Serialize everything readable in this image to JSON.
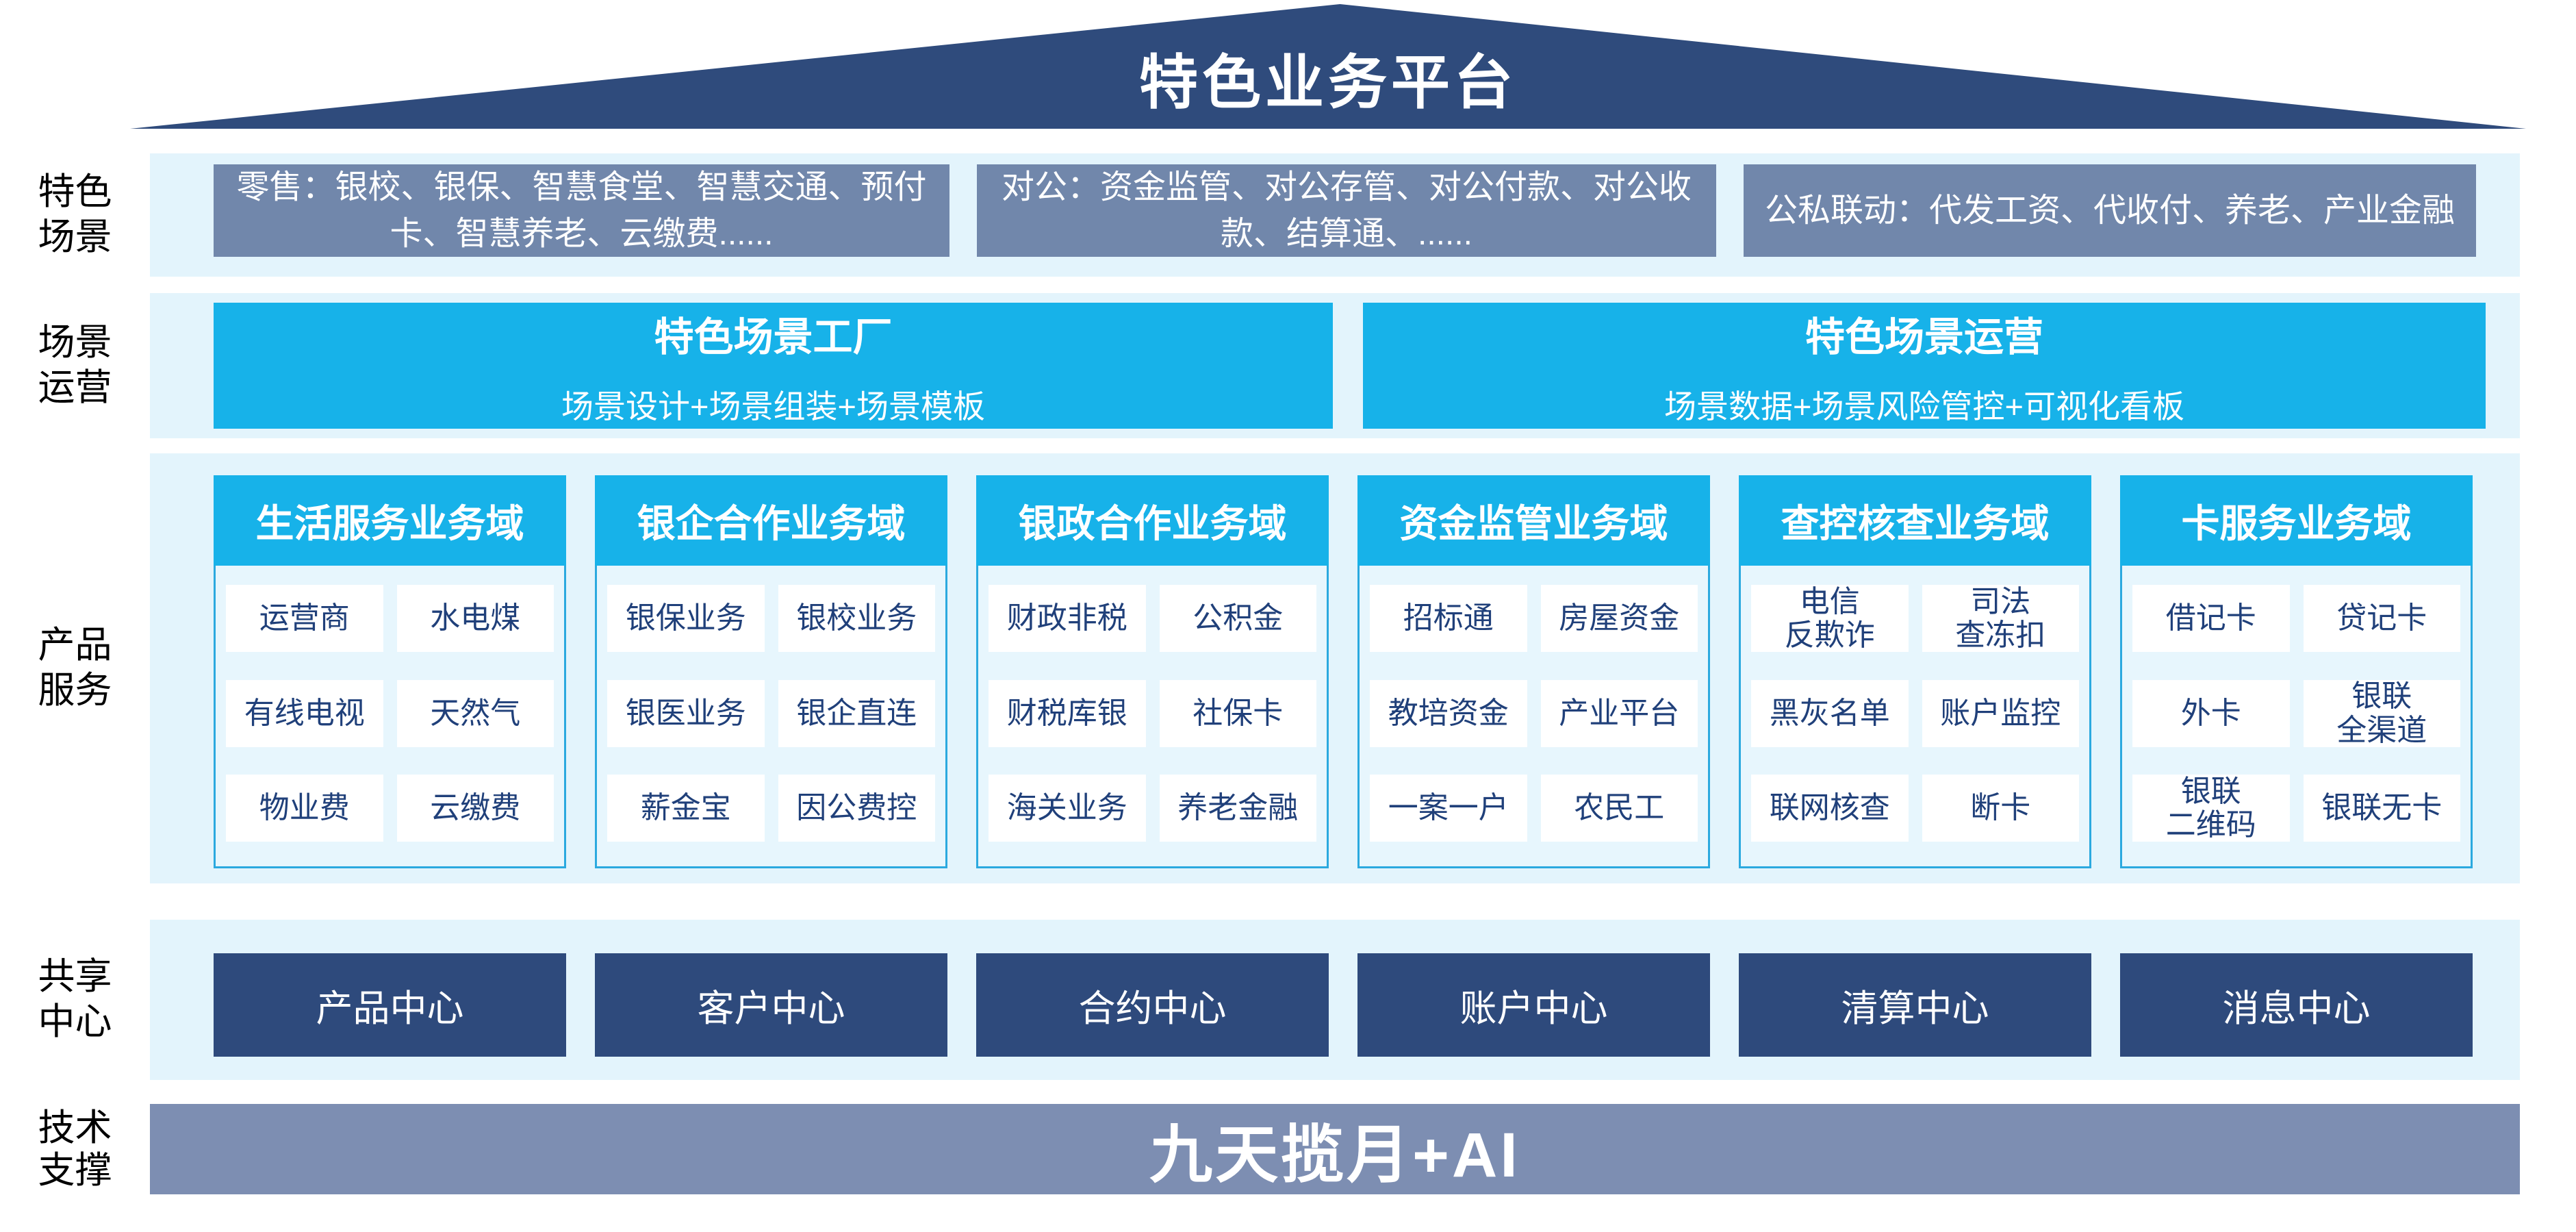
{
  "banner": {
    "title": "特色业务平台"
  },
  "side_labels": [
    {
      "lines": [
        "特色",
        "场景"
      ]
    },
    {
      "lines": [
        "场景",
        "运营"
      ]
    },
    {
      "lines": [
        "产品",
        "服务"
      ]
    },
    {
      "lines": [
        "共享",
        "中心"
      ]
    },
    {
      "lines": [
        "技术",
        "支撑"
      ]
    }
  ],
  "scenes": {
    "boxes": [
      "零售：银校、银保、智慧食堂、智慧交通、预付卡、智慧养老、云缴费......",
      "对公：资金监管、对公存管、对公付款、对公收款、结算通、......",
      "公私联动：代发工资、代收付、养老、产业金融"
    ]
  },
  "scene_ops": {
    "boxes": [
      {
        "title": "特色场景工厂",
        "subtitle": "场景设计+场景组装+场景模板"
      },
      {
        "title": "特色场景运营",
        "subtitle": "场景数据+场景风险管控+可视化看板"
      }
    ]
  },
  "products": {
    "cards": [
      {
        "title": "生活服务业务域",
        "items": [
          "运营商",
          "水电煤",
          "有线电视",
          "天然气",
          "物业费",
          "云缴费"
        ]
      },
      {
        "title": "银企合作业务域",
        "items": [
          "银保业务",
          "银校业务",
          "银医业务",
          "银企直连",
          "薪金宝",
          "因公费控"
        ]
      },
      {
        "title": "银政合作业务域",
        "items": [
          "财政非税",
          "公积金",
          "财税库银",
          "社保卡",
          "海关业务",
          "养老金融"
        ]
      },
      {
        "title": "资金监管业务域",
        "items": [
          "招标通",
          "房屋资金",
          "教培资金",
          "产业平台",
          "一案一户",
          "农民工"
        ]
      },
      {
        "title": "查控核查业务域",
        "items": [
          "电信\n反欺诈",
          "司法\n查冻扣",
          "黑灰名单",
          "账户监控",
          "联网核查",
          "断卡"
        ]
      },
      {
        "title": "卡服务业务域",
        "items": [
          "借记卡",
          "贷记卡",
          "外卡",
          "银联\n全渠道",
          "银联\n二维码",
          "银联无卡"
        ]
      }
    ]
  },
  "shared_centers": {
    "boxes": [
      "产品中心",
      "客户中心",
      "合约中心",
      "账户中心",
      "清算中心",
      "消息中心"
    ]
  },
  "tech": {
    "label": "九天揽月+AI"
  },
  "colors": {
    "roof_navy": "#2F4B7C",
    "scene_slate": "#7187AB",
    "cyan": "#17B2E9",
    "band_light_blue": "#E3F4FC",
    "card_body": "#E7F6FD",
    "card_border": "#2BA9DF",
    "chip_text_navy": "#20407A",
    "center_navy": "#2E4A7C",
    "tech_bar_slate": "#7D8EB2"
  }
}
